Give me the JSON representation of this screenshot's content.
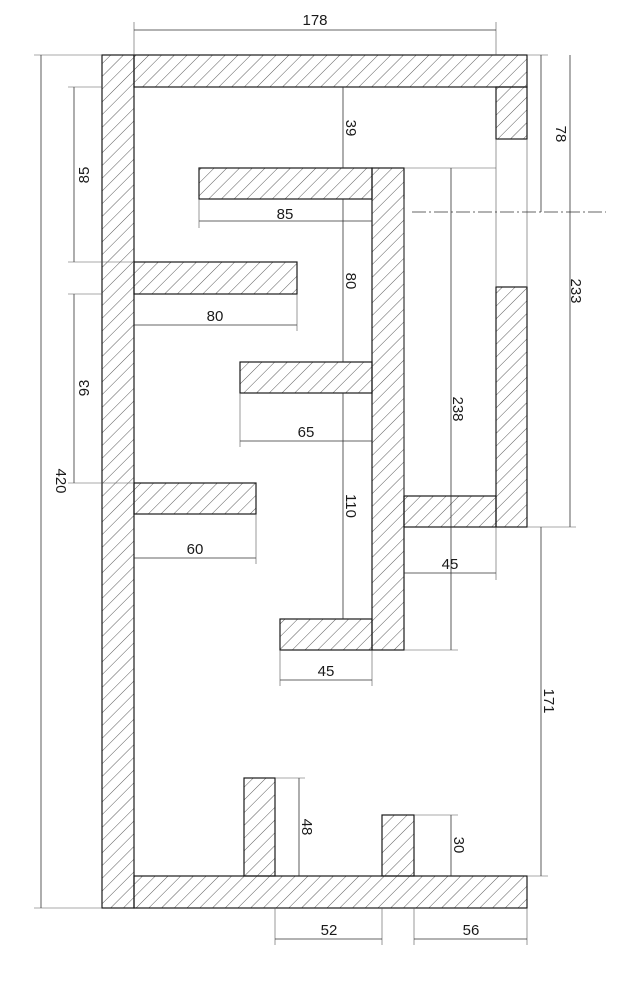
{
  "dimensions": {
    "top_width": "178",
    "right_top_height": "78",
    "right_height": "233",
    "total_height": "420",
    "left_upper": "85",
    "spine_top_offset": "39",
    "arm1_length": "85",
    "spine_middle": "80",
    "left_arm1_length": "80",
    "left_middle": "93",
    "inner_height": "238",
    "arm2_length": "65",
    "spine_lower": "110",
    "left_arm2_length": "60",
    "right_inner_width": "45",
    "arm3_length": "45",
    "right_lower_height": "171",
    "post1_height": "48",
    "post2_height": "30",
    "bottom_gap": "52",
    "bottom_right": "56"
  }
}
